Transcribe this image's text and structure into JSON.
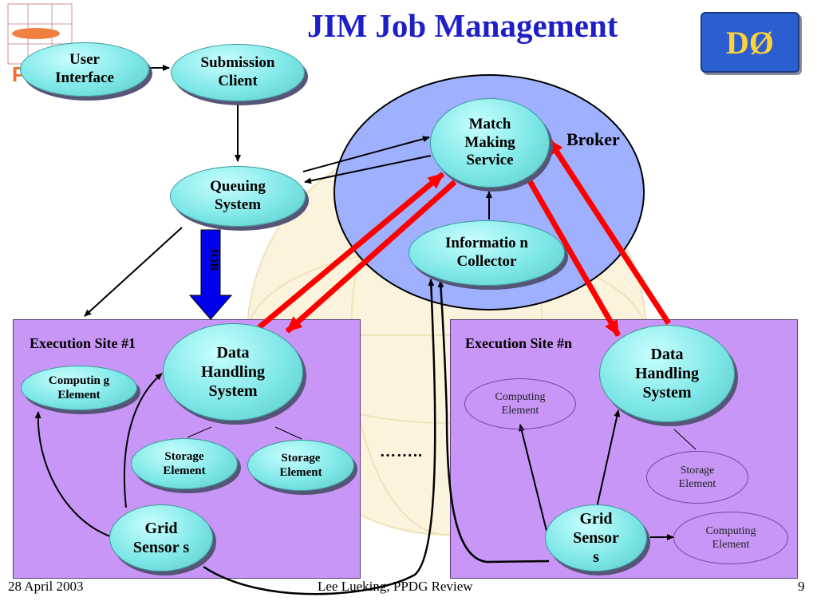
{
  "title": "JIM Job Management",
  "logo_text": "DØ",
  "broker_label": "Broker",
  "job_label": "JOB",
  "nodes": {
    "user_interface": "User Interface",
    "submission_client": "Submission Client",
    "queuing_system": "Queuing System",
    "match_making_service": "Match Making Service",
    "information_collector": "Informatio n Collector",
    "dh_site1": "Data Handling System",
    "computing_element_site1": "Computin g Element",
    "storage_element_site1_a": "Storage Element",
    "storage_element_site1_b": "Storage Element",
    "grid_sensors_site1": "Grid Sensor s",
    "dh_siten": "Data Handling System",
    "computing_element_siten_a": "Computing Element",
    "storage_element_siten": "Storage Element",
    "computing_element_siten_b": "Computing Element",
    "grid_sensors_siten": "Grid Sensor s"
  },
  "sites": {
    "site1_label": "Execution Site #1",
    "siten_label": "Execution Site #n"
  },
  "ellipsis": "……..",
  "footer": {
    "date": "28 April 2003",
    "author": "Lee Lueking, PPDG Review",
    "page": "9"
  },
  "colors": {
    "title": "#1f1fc8",
    "node_fill": "#7fe7e7",
    "site_fill": "#c896f6",
    "broker_fill": "#9fb0ff",
    "red_arrow": "#ff0000",
    "job_arrow": "#0000ee"
  }
}
